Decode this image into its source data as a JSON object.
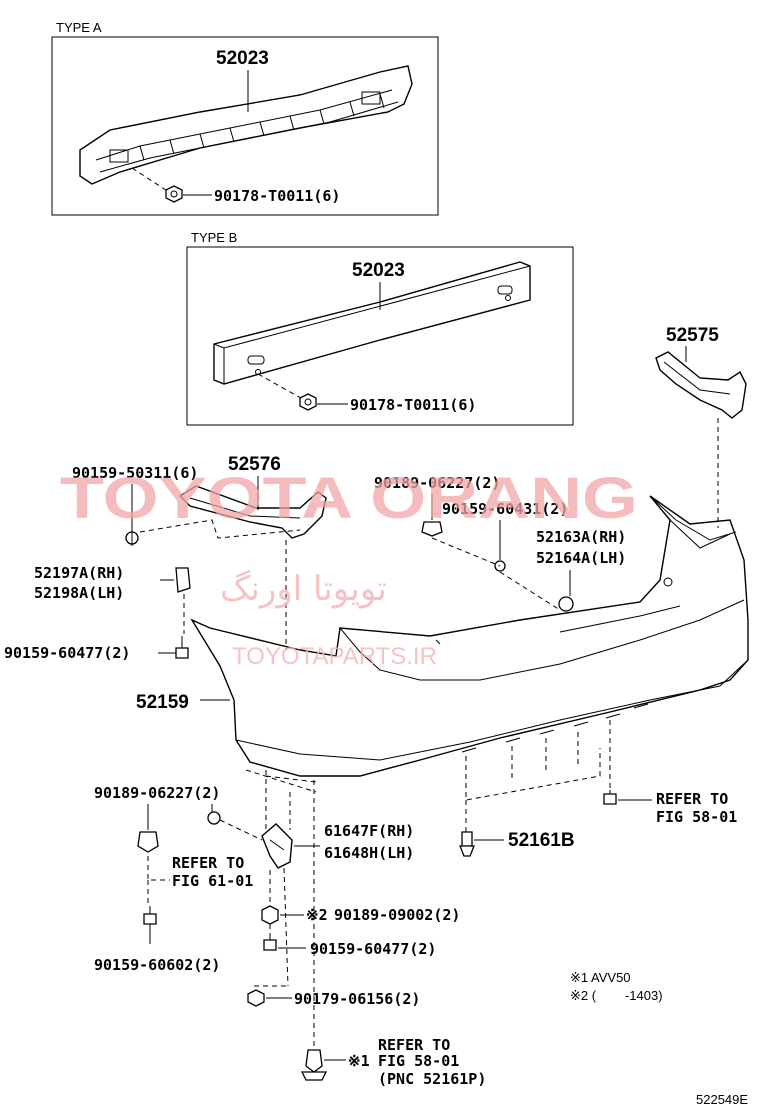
{
  "type_a": {
    "title": "TYPE A",
    "part": "52023",
    "nut": "90178-T0011(6)"
  },
  "type_b": {
    "title": "TYPE B",
    "part": "52023",
    "nut": "90178-T0011(6)"
  },
  "labels": {
    "p52575": "52575",
    "p52576": "52576",
    "p90159_50311": "90159-50311(6)",
    "p90189_06227_top": "90189-06227(2)",
    "p90159_60431": "90159-60431(2)",
    "p52163a": "52163A(RH)",
    "p52164a": "52164A(LH)",
    "p52197a": "52197A(RH)",
    "p52198a": "52198A(LH)",
    "p90159_60477_left": "90159-60477(2)",
    "p52159": "52159",
    "p90189_06227_bottom": "90189-06227(2)",
    "refer_61_l1": "REFER TO",
    "refer_61_l2": "FIG 61-01",
    "p61647f": "61647F(RH)",
    "p61648h": "61648H(LH)",
    "p52161b": "52161B",
    "refer_58_right_l1": "REFER TO",
    "refer_58_right_l2": "FIG 58-01",
    "p90189_09002": "90189-09002(2)",
    "p90159_60477_bottom": "90159-60477(2)",
    "p90159_60602": "90159-60602(2)",
    "p90179_06156": "90179-06156(2)",
    "refer_58_bottom_l1": "REFER TO",
    "refer_58_bottom_l2": "FIG 58-01",
    "refer_58_bottom_l3": "(PNC 52161P)",
    "mark2": "※2",
    "mark1": "※1"
  },
  "notes": {
    "note1": "※1 AVV50",
    "note2": "※2 (        -1403)"
  },
  "figure_code": "522549E",
  "watermark": {
    "main": "TOYOTA ORANG",
    "persian": "تویوتا اورنگ",
    "site": "TOYOTAPARTS.IR"
  },
  "colors": {
    "ink": "#000000",
    "watermark": "#f2a6a8"
  }
}
